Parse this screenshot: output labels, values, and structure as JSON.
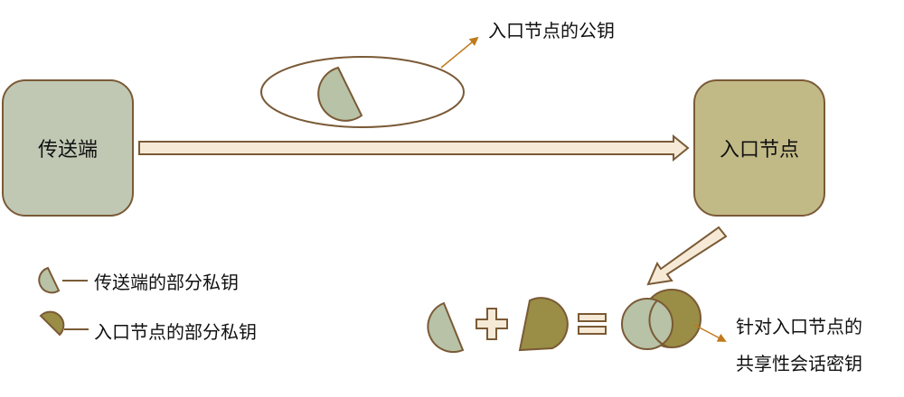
{
  "nodes": {
    "sender": "传送端",
    "entry_node": "入口节点"
  },
  "labels": {
    "entry_public_key": "入口节点的公钥",
    "legend_sender_partial_key": "传送端的部分私钥",
    "legend_entry_partial_key": "入口节点的部分私钥",
    "shared_key_line1": "针对入口节点的",
    "shared_key_line2": "共享性会话密钥"
  },
  "colors": {
    "sender_key": "#b7c2a6",
    "entry_key": "#9a8d45",
    "outline": "#7a5a36",
    "arrow_fill": "#f6ead7"
  }
}
